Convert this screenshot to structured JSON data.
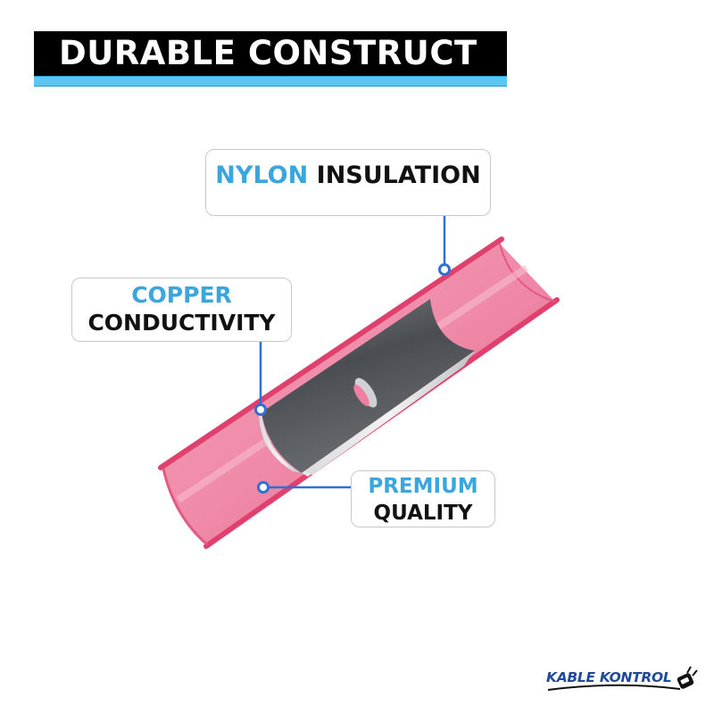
{
  "header": {
    "title": "DURABLE CONSTRUCT",
    "colors": {
      "background": "#000000",
      "stripe": "#5bc6f2",
      "text": "#ffffff"
    }
  },
  "callouts": [
    {
      "id": "nylon",
      "accent": "NYLON",
      "rest": "INSULATION"
    },
    {
      "id": "copper",
      "accent": "COPPER",
      "rest": "CONDUCTIVITY"
    },
    {
      "id": "premium",
      "accent": "PREMIUM",
      "rest": "QUALITY"
    }
  ],
  "illustration": {
    "subject": "butt-connector-cutaway",
    "tube_color": "#ec6f93",
    "metal_color": "#5a5d61",
    "leader_color": "#2f6fd6"
  },
  "brand": {
    "name": "KABLE KONTROL",
    "icon": "plug-icon",
    "color": "#1f4a99"
  }
}
